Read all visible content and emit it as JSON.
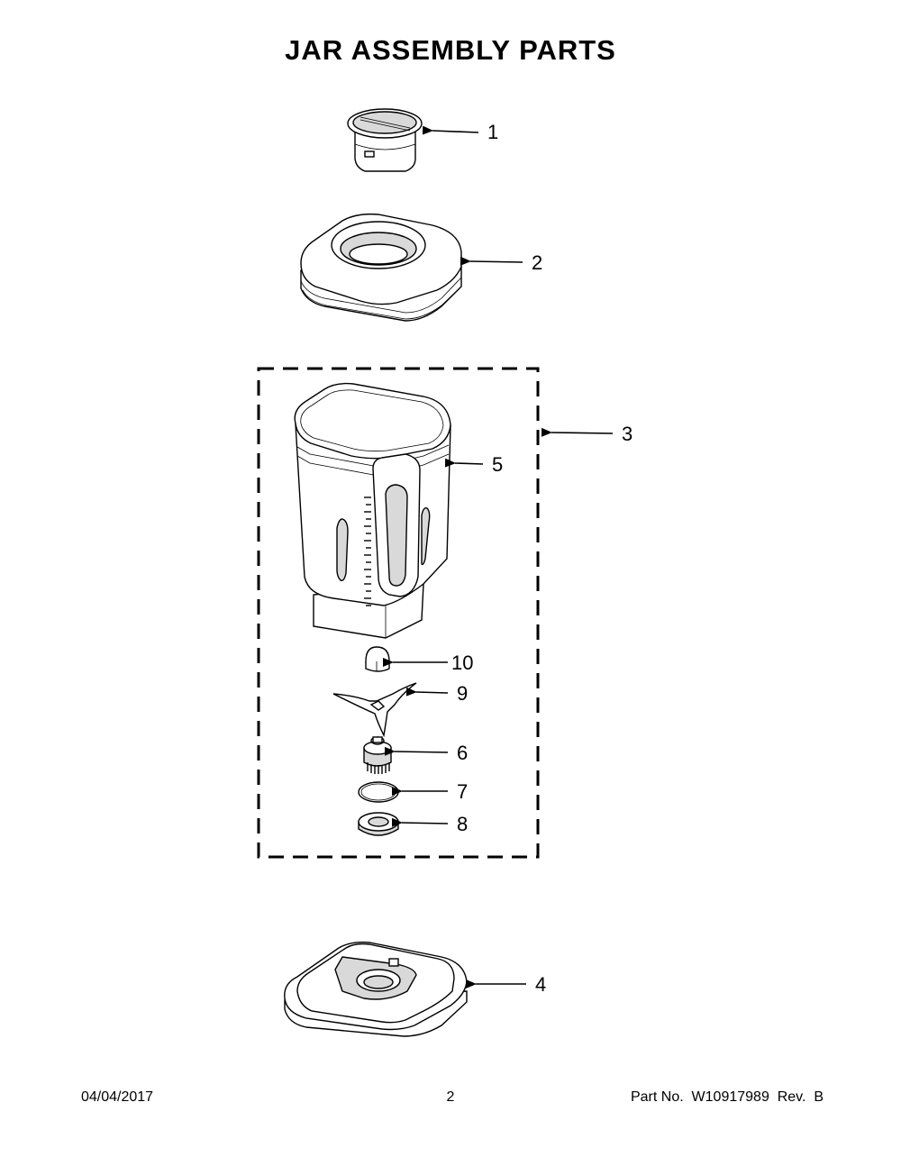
{
  "title": "JAR ASSEMBLY PARTS",
  "callouts": [
    "1",
    "2",
    "3",
    "5",
    "10",
    "9",
    "6",
    "7",
    "8",
    "4"
  ],
  "footer": {
    "date": "04/04/2017",
    "page": "2",
    "part": "Part No.  W10917989  Rev.  B"
  }
}
